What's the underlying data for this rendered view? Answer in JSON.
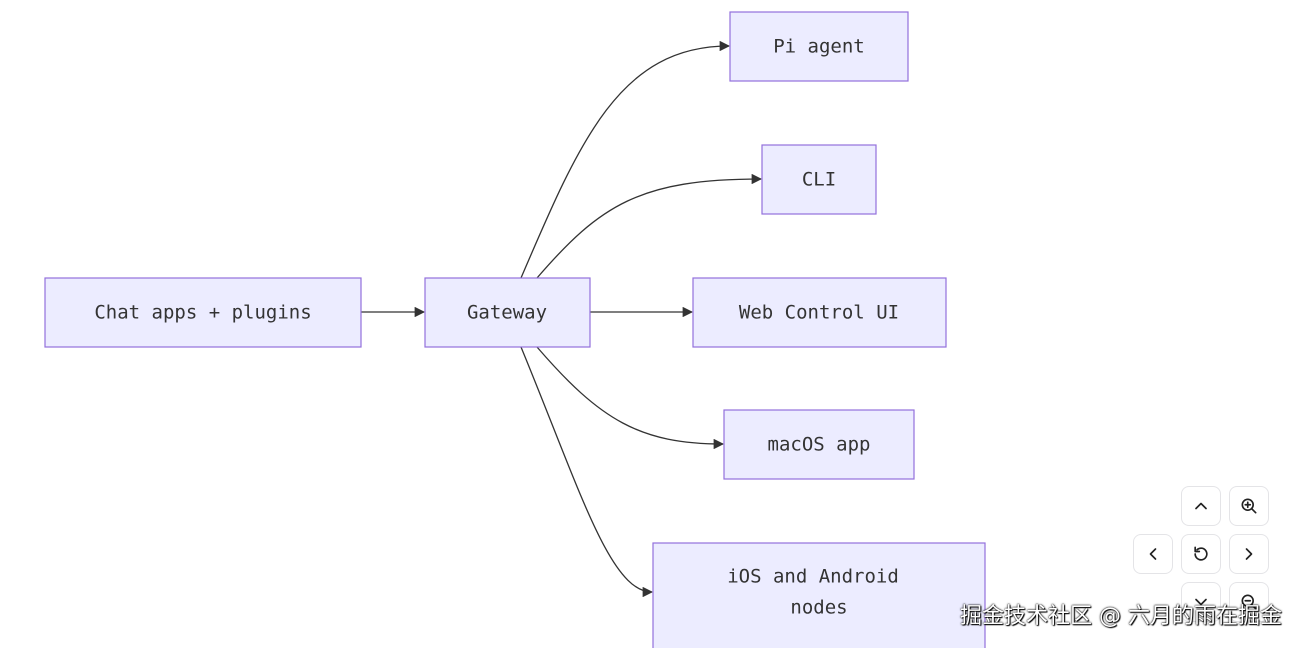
{
  "diagram": {
    "nodes": {
      "chat_apps": "Chat apps + plugins",
      "gateway": "Gateway",
      "pi_agent": "Pi agent",
      "cli": "CLI",
      "web_control_ui": "Web Control UI",
      "macos_app": "macOS app",
      "ios_android_line1": "iOS and Android",
      "ios_android_line2": "nodes"
    },
    "colors": {
      "node_fill": "#ECECFF",
      "node_stroke": "#9370DB",
      "edge": "#333333"
    }
  },
  "controls": {
    "icons": [
      "chevron-up-icon",
      "zoom-in-icon",
      "chevron-left-icon",
      "reset-icon",
      "chevron-right-icon",
      "chevron-down-icon",
      "zoom-out-icon"
    ]
  },
  "watermark": {
    "text": "掘金技术社区 @ 六月的雨在掘金"
  }
}
